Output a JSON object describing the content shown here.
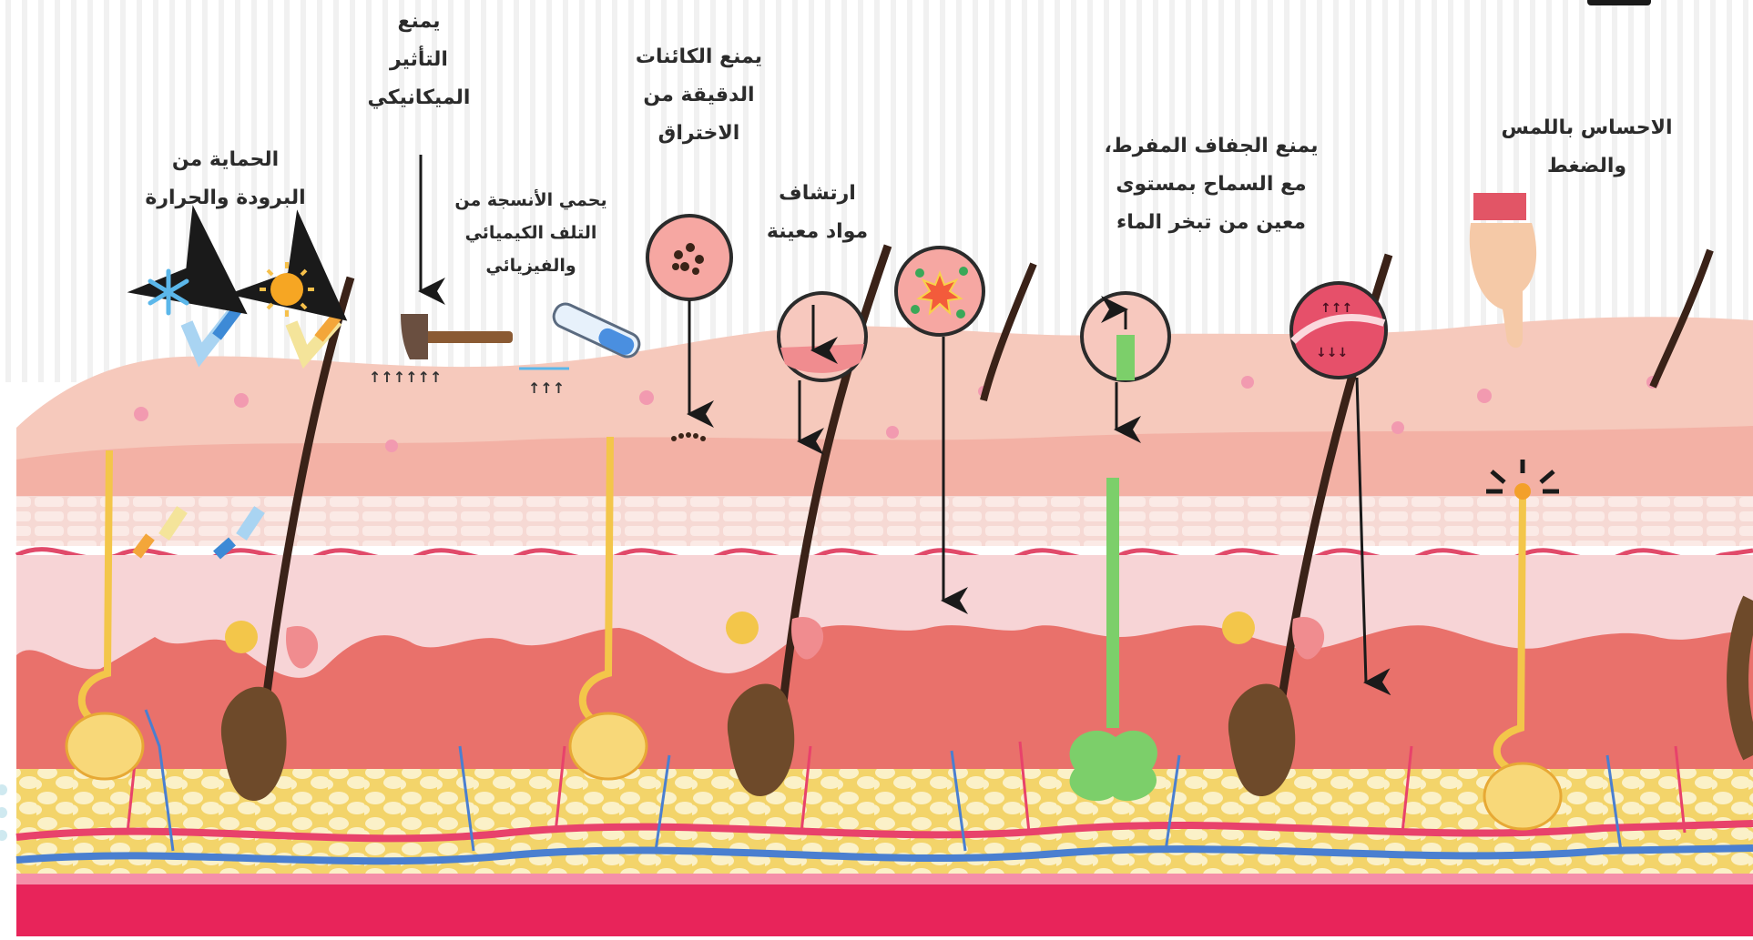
{
  "labels": {
    "temperature": "الحماية من\nالبرودة والحرارة",
    "mechanical": "يمنع\nالتأثير\nالميكانيكي",
    "chemical": "يحمي الأنسجة من\nالتلف الكيميائي\nوالفيزيائي",
    "microbes": "يمنع الكائنات\nالدقيقة من\nالاختراق",
    "absorption": "ارتشاف\nمواد معينة",
    "dehydration": "يمنع الجفاف المفرط،\nمع السماح بمستوى\nمعين من تبخر الماء",
    "touch": "الاحساس باللمس\nوالضغط"
  },
  "colors": {
    "epidermis_top": "#f6c6b8",
    "epidermis_mid": "#f3b2a6",
    "dermis_light": "#f7d3d4",
    "dermis_dark": "#e8706a",
    "fat": "#f8e7a6",
    "base_band": "#e8245a",
    "hair": "#3a2218",
    "follicle": "#6e4a2a",
    "nerve": "#f3c64a",
    "vessel_red": "#e8426b",
    "vessel_blue": "#4a7fd0",
    "gland": "#7ccf6a",
    "arrow": "#1a1a1a"
  },
  "icons": [
    "snowflake-icon",
    "sun-icon",
    "hammer-icon",
    "test-tube-icon",
    "microbe-circle-icon",
    "absorption-circle-icon",
    "infection-circle-icon",
    "water-circle-icon",
    "evaporation-circle-icon",
    "finger-press-icon",
    "nerve-ending-icon"
  ]
}
